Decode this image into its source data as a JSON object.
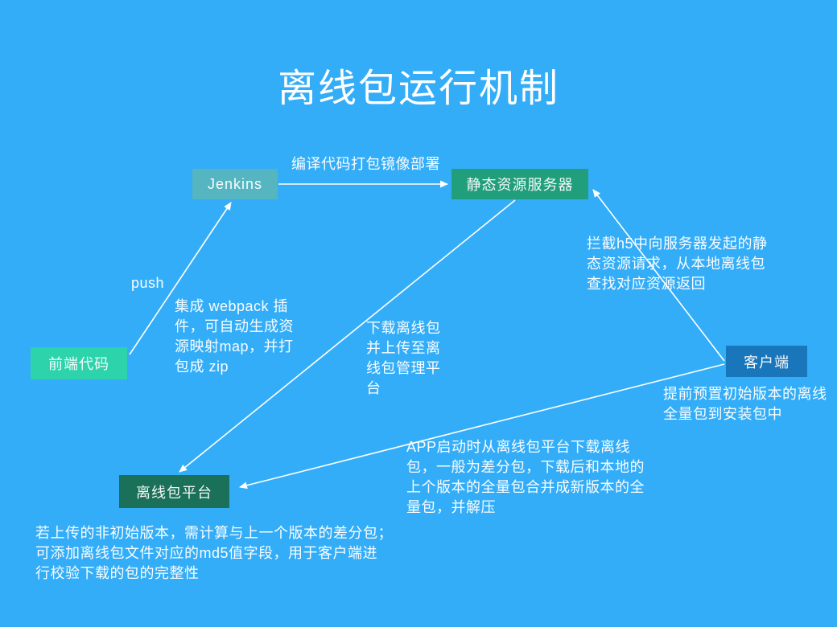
{
  "title": "离线包运行机制",
  "colors": {
    "background": "#34adf9",
    "arrow": "#ffffff",
    "text": "#ffffff",
    "node_jenkins": "#55b6c1",
    "node_static_server": "#219e7c",
    "node_frontend_code": "#2dd3ab",
    "node_client": "#1976ba",
    "node_offline_platform": "#1a7058"
  },
  "nodes": {
    "jenkins": {
      "label": "Jenkins"
    },
    "static_server": {
      "label": "静态资源服务器"
    },
    "frontend_code": {
      "label": "前端代码"
    },
    "client": {
      "label": "客户端"
    },
    "offline_platform": {
      "label": "离线包平台"
    }
  },
  "annotations": {
    "push": "push",
    "compile_deploy": "编译代码打包镜像部署",
    "webpack_plugin": [
      "集成 webpack 插",
      "件，可自动生成资",
      "源映射map，并打",
      "包成 zip"
    ],
    "download_upload": [
      "下载离线包",
      "并上传至离",
      "线包管理平",
      "台"
    ],
    "intercept_h5": [
      "拦截h5中向服务器发起的静",
      "态资源请求，从本地离线包",
      "查找对应资源返回"
    ],
    "preset_full_package": [
      "提前预置初始版本的离线",
      "全量包到安装包中"
    ],
    "app_start_download": [
      "APP启动时从离线包平台下载离线",
      "包，一般为差分包，下载后和本地的",
      "上个版本的全量包合并成新版本的全",
      "量包，并解压"
    ],
    "non_initial_diff_md5": [
      "若上传的非初始版本，需计算与上一个版本的差分包；",
      "可添加离线包文件对应的md5值字段，用于客户端进",
      "行校验下载的包的完整性"
    ]
  },
  "edges": [
    {
      "from": "前端代码",
      "to": "Jenkins",
      "label_key": "push"
    },
    {
      "from": "Jenkins",
      "to": "静态资源服务器",
      "label_key": "compile_deploy"
    },
    {
      "from": "静态资源服务器",
      "to": "离线包平台",
      "label_key": "download_upload"
    },
    {
      "from": "客户端",
      "to": "静态资源服务器",
      "label_key": "intercept_h5"
    },
    {
      "from": "客户端",
      "to": "离线包平台",
      "label_key": "app_start_download"
    }
  ]
}
